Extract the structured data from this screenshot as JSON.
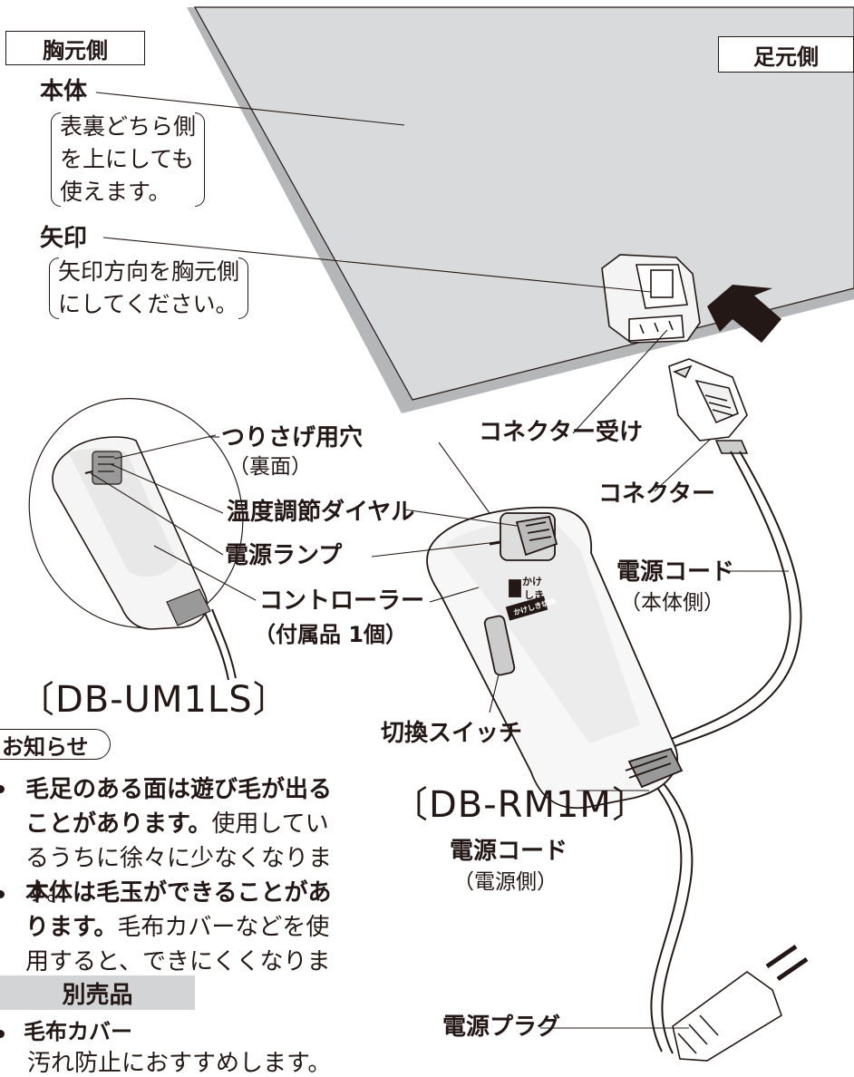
{
  "labels": {
    "chest_side": "胸元側",
    "foot_side": "足元側",
    "body": "本体",
    "body_note": [
      "表裏どちら側",
      "を上にしても",
      "使えます。"
    ],
    "arrow": "矢印",
    "arrow_note": [
      "矢印方向を胸元側",
      "にしてください。"
    ],
    "connector_receiver": "コネクター受け",
    "connector": "コネクター",
    "hanging_hole": "つりさげ用穴",
    "hanging_hole_sub": "（裏面）",
    "temp_dial": "温度調節ダイヤル",
    "power_lamp": "電源ランプ",
    "controller": "コントローラー",
    "controller_sub": "（付属品 1個）",
    "power_cord_body": "電源コード",
    "power_cord_body_sub": "（本体側）",
    "switch": "切換スイッチ",
    "power_cord_source": "電源コード",
    "power_cord_source_sub": "（電源側）",
    "power_plug": "電源プラグ"
  },
  "controller_text": {
    "kake": "かけ",
    "shiki": "しき",
    "switch_plate": "かけしき切換"
  },
  "models": {
    "small": "〔DB-UM1LS〕",
    "main": "〔DB-RM1M〕"
  },
  "notice": {
    "title": "お知らせ",
    "item1_bold": "毛足のある面は遊び毛が出ることがあります。",
    "item1_rest": "使用しているうちに徐々に少なくなります。",
    "item2_bold": "本体は毛玉ができることがあります。",
    "item2_rest": "毛布カバーなどを使用すると、できにくくなります。"
  },
  "accessory": {
    "title": "別売品",
    "item": "毛布カバー",
    "desc": "汚れ防止におすすめします。"
  },
  "colors": {
    "blanket_fill": "#d9dadb",
    "blanket_edge": "#b4b6b8",
    "line": "#231815",
    "accessory_header": "#d3d4d5"
  }
}
